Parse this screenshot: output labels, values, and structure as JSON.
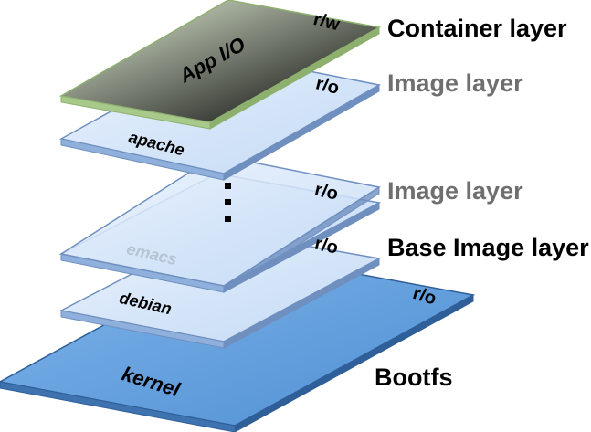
{
  "layers": [
    {
      "id": "container",
      "plate_text": "App I/O",
      "mode": "r/w",
      "fill": "#d3e8c2",
      "fill_light": "#eaf4df",
      "edge": "#8db06f",
      "side": "#a7c98a"
    },
    {
      "id": "image-1",
      "plate_text": "apache",
      "mode": "r/o",
      "fill": "#cfe2f8",
      "fill_light": "#e8f1fc",
      "edge": "#6f8fbf",
      "side": "#8fb0dc"
    },
    {
      "id": "image-2",
      "plate_text": "",
      "mode": "r/o",
      "fill": "#cfe2f8",
      "fill_light": "#e8f1fc",
      "edge": "#6f8fbf",
      "side": "#8fb0dc"
    },
    {
      "id": "base-image",
      "plate_text": "emacs",
      "mode": "r/o",
      "fill": "#cfe2f8",
      "fill_light": "#e8f1fc",
      "edge": "#6f8fbf",
      "side": "#8fb0dc"
    },
    {
      "id": "debian",
      "plate_text": "debian",
      "mode": "",
      "fill": "#cfe2f8",
      "fill_light": "#e8f1fc",
      "edge": "#6f8fbf",
      "side": "#8fb0dc"
    },
    {
      "id": "bootfs",
      "plate_text": "kernel",
      "mode": "r/o",
      "fill": "#5b9bdc",
      "fill_light": "#7eb3ea",
      "edge": "#2f5f98",
      "side": "#3f73b0"
    }
  ],
  "labels": {
    "container": "Container layer",
    "image_1": "Image layer",
    "image_2": "Image layer",
    "base_image": "Base Image layer",
    "bootfs": "Bootfs"
  },
  "ellipsis_icon": "vertical-ellipsis-icon"
}
